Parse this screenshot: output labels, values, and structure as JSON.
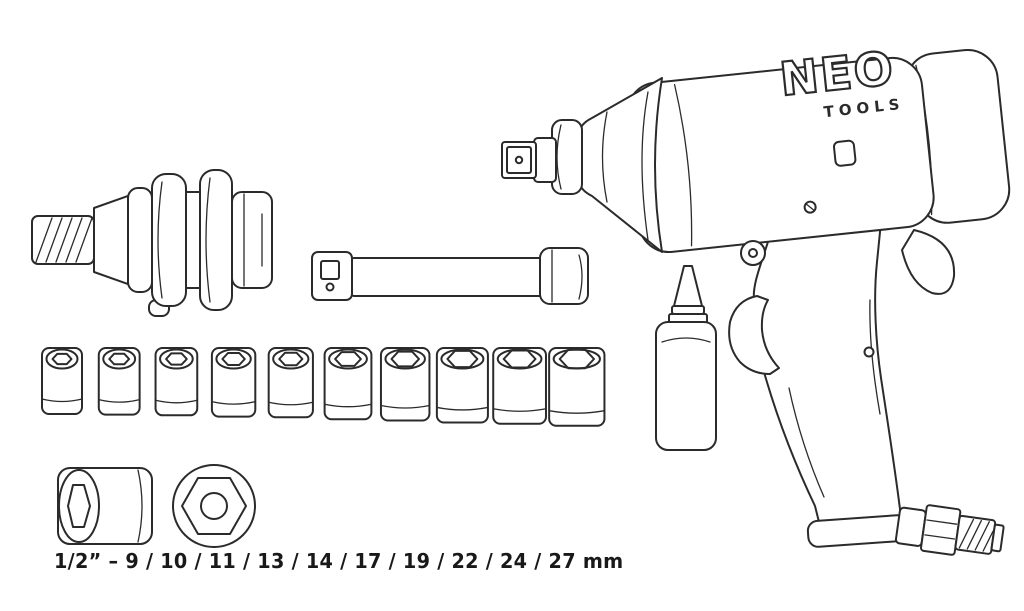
{
  "brand": {
    "name": "NEO",
    "tagline": "TOOLS"
  },
  "caption": "1/2” – 9 / 10 / 11 / 13 / 14 / 17 / 19 / 22 / 24 / 27 mm",
  "set": {
    "drive": "1/2”",
    "unit": "mm",
    "socket_sizes": [
      9,
      10,
      11,
      13,
      14,
      17,
      19,
      22,
      24,
      27
    ]
  },
  "colors": {
    "line": "#2b2b2b",
    "background": "#ffffff"
  }
}
